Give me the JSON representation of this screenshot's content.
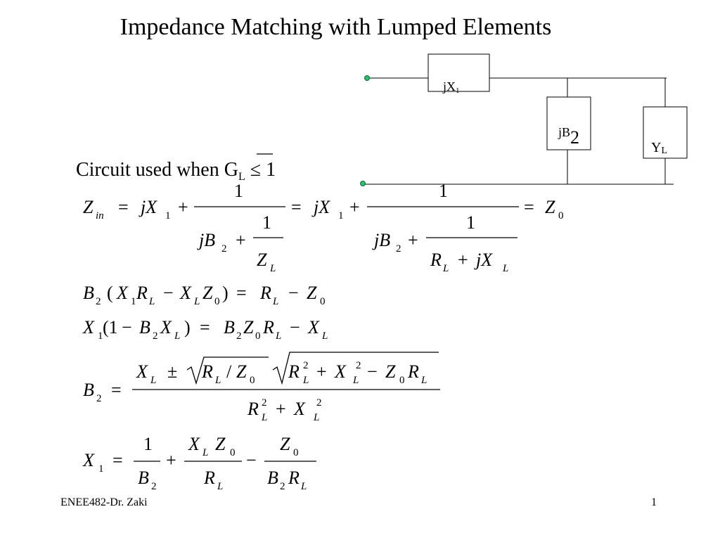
{
  "slide": {
    "title": "Impedance Matching with Lumped Elements",
    "footer_left": "ENEE482-Dr. Zaki",
    "page_number": "1"
  },
  "circuit": {
    "series_label_main": "jX",
    "series_label_sub": "1",
    "shunt_label_main": "jB",
    "shunt_label_sub": "2",
    "load_label_main": "Y",
    "load_label_sub": "L",
    "terminal_color": "#2fbf71"
  },
  "condition": {
    "text": "Circuit  used when ",
    "symbol": "G",
    "subscript": "L",
    "relation": " ≤ 1"
  },
  "equations": {
    "zin": {
      "lhs": "Z",
      "lhs_sub": "in",
      "series_term": "jX",
      "series_sub": "1",
      "one": "1",
      "denominator_first": "jB",
      "denominator_first_sub": "2",
      "inner_den_a": "Z",
      "inner_den_a_sub": "L",
      "inner_den_b_r": "R",
      "inner_den_b_r_sub": "L",
      "inner_den_b_x": "jX",
      "inner_den_b_x_sub": "L",
      "rhs": "Z",
      "rhs_sub": "0"
    },
    "eq2": "B₂ ( X₁R_L − X_L Z₀ ) = R_L − Z₀",
    "eq3": "X₁ (1 − B₂ X_L ) = B₂ Z₀ R_L − X_L",
    "eq4": "B₂ = [X_L ± √(R_L / Z₀) √(R_L² + X_L² − Z₀R_L)] / (R_L² + X_L²)",
    "eq5": "X₁ = 1/B₂ + X_L Z₀ / R_L − Z₀ / (B₂ R_L)"
  }
}
